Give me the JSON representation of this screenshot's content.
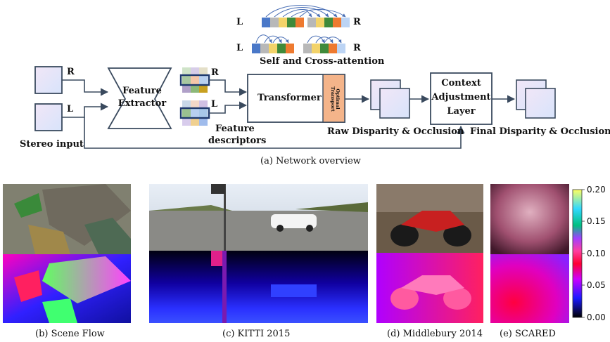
{
  "overview": {
    "attention_title": "Self and Cross-attention",
    "left_label": "L",
    "right_label": "R",
    "input_r": "R",
    "input_l": "L",
    "stereo_input": "Stereo input",
    "feature_extractor_line1": "Feature",
    "feature_extractor_line2": "Extractor",
    "descriptors_r": "R",
    "descriptors_l": "L",
    "feature_descriptors_line1": "Feature",
    "feature_descriptors_line2": "descriptors",
    "transformer": "Transformer",
    "optimal_transport_line1": "Optimal",
    "optimal_transport_line2": "Transport",
    "raw_disparity": "Raw Disparity & Occlusion",
    "context_line1": "Context",
    "context_line2": "Adjustment",
    "context_line3": "Layer",
    "final_disparity": "Final Disparity & Occlusion",
    "caption": "(a) Network overview"
  },
  "datasets": [
    {
      "caption": "(b) Scene Flow"
    },
    {
      "caption": "(c) KITTI 2015"
    },
    {
      "caption": "(d) Middlebury 2014"
    },
    {
      "caption": "(e) SCARED"
    }
  ],
  "colorbar": {
    "ticks": [
      "0.20",
      "0.15",
      "0.10",
      "0.05",
      "0.00"
    ]
  }
}
